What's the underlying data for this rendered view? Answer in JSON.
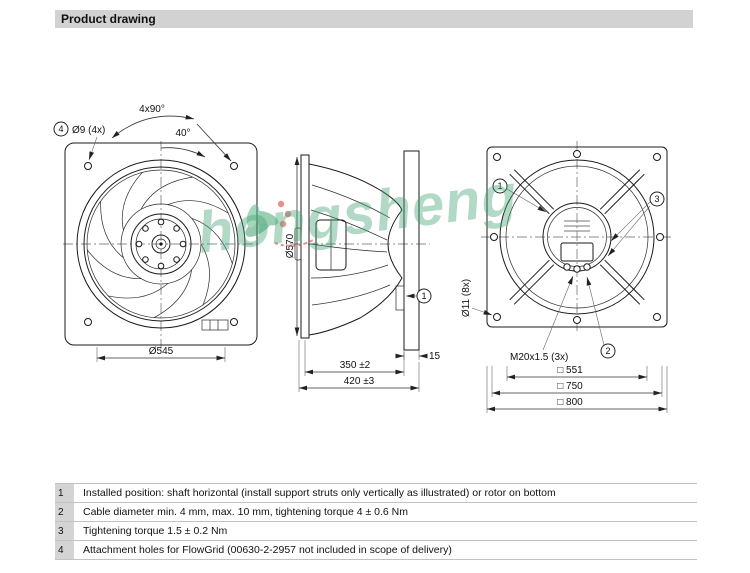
{
  "header": {
    "title": "Product drawing"
  },
  "watermark": {
    "text": "hongsheng"
  },
  "front_view": {
    "callout4": "4",
    "holes_label": "Ø9 (4x)",
    "angle_label": "4x90°",
    "angle2_label": "40°",
    "diameter_label": "Ø545"
  },
  "side_view": {
    "diameter_label": "Ø570",
    "depth_label": "350 ±2",
    "overall_depth_label": "420 ±3",
    "flange_label": "15",
    "callout1": "1"
  },
  "rear_view": {
    "callout1": "1",
    "callout2": "2",
    "callout3": "3",
    "holes_label": "Ø11 (8x)",
    "gland_label": "M20x1.5 (3x)",
    "square1_label": "□ 551",
    "square2_label": "□ 750",
    "square3_label": "□ 800"
  },
  "notes": {
    "rows": [
      {
        "num": "1",
        "text": "Installed position: shaft horizontal (install support struts only vertically as illustrated) or rotor on bottom"
      },
      {
        "num": "2",
        "text": "Cable diameter min. 4 mm, max. 10 mm, tightening torque 4 ± 0.6 Nm"
      },
      {
        "num": "3",
        "text": "Tightening torque 1.5 ± 0.2 Nm"
      },
      {
        "num": "4",
        "text": "Attachment holes for FlowGrid (00630-2-2957 not included in scope of delivery)"
      }
    ]
  }
}
